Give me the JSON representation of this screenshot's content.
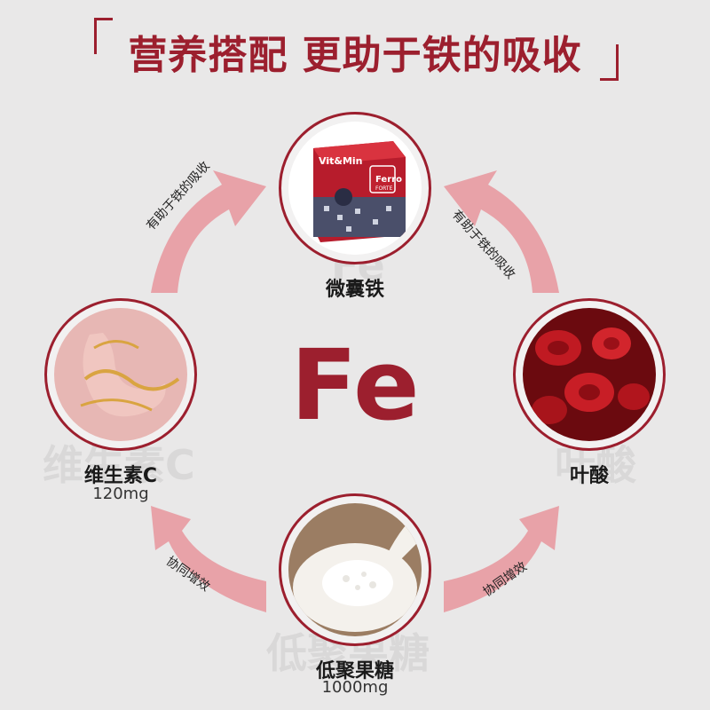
{
  "title": "营养搭配 更助于铁的吸收",
  "center": "Fe",
  "nodes": {
    "top": {
      "label": "微囊铁",
      "ghost": "Fe",
      "brand": "Vit&Min",
      "product": "Ferro",
      "product_sub": "FORTE"
    },
    "left": {
      "label": "维生素C",
      "dose": "120mg",
      "ghost": "维生素C"
    },
    "right": {
      "label": "叶酸",
      "ghost": "叶酸"
    },
    "bottom": {
      "label": "低聚果糖",
      "dose": "1000mg",
      "ghost": "低聚果糖"
    }
  },
  "arrows": {
    "top_left": "有助于铁的吸收",
    "top_right": "有助于铁的吸收",
    "bottom_left": "协同增效",
    "bottom_right": "协同增效"
  },
  "colors": {
    "accent": "#9c1f2e",
    "arrow": "#e8a2a8",
    "background": "#e9e8e8"
  }
}
